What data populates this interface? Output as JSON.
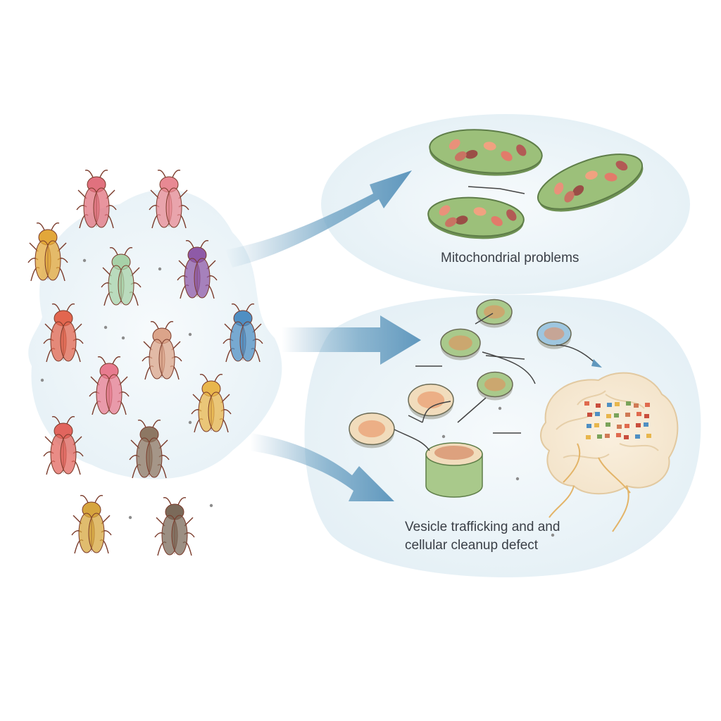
{
  "labels": {
    "mitochondrial": "Mitochondrial problems",
    "vesicle_line1": "Vesicle trafficking and and",
    "vesicle_line2": "cellular cleanup defect"
  },
  "colors": {
    "background": "#ffffff",
    "bubble": "#e8f2f7",
    "arrow": "#6fa3c4",
    "mito_fill": "#9cc07a",
    "mito_outline": "#5e7d48",
    "brain": "#f3e5cf",
    "brain_vein": "#e3b468"
  },
  "flies": [
    {
      "color": "#e0717e"
    },
    {
      "color": "#e88993"
    },
    {
      "color": "#e2a73a"
    },
    {
      "color": "#a7d1a8"
    },
    {
      "color": "#8e5aa7"
    },
    {
      "color": "#e2664f"
    },
    {
      "color": "#dba48a"
    },
    {
      "color": "#4f8fc3"
    },
    {
      "color": "#e77b8f"
    },
    {
      "color": "#e8b64c"
    },
    {
      "color": "#e1655e"
    },
    {
      "color": "#8d7763"
    },
    {
      "color": "#d6a53e"
    },
    {
      "color": "#7b6a5a"
    }
  ],
  "icons": {
    "fly": "fruit-fly-icon",
    "mitochondrion": "mitochondrion-icon",
    "vesicle": "vesicle-icon",
    "brain": "brain-icon",
    "arrow": "flow-arrow-icon"
  }
}
